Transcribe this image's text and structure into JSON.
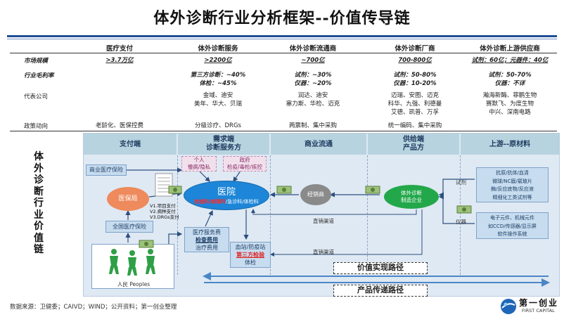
{
  "title": "体外诊断行业分析框架--价值传导链",
  "table": {
    "headers": [
      "医疗支付",
      "体外诊断服务",
      "体外诊断流通商",
      "体外诊断厂商",
      "体外诊断上游供应商"
    ],
    "row_labels": [
      "市场规模",
      "行业毛利率",
      "代表公司",
      "政策动向"
    ],
    "market_size": [
      ">3.7万亿",
      ">2200亿",
      "~700亿",
      "700-800亿",
      "试剂：60亿；元器件：40亿"
    ],
    "margin": {
      "service": [
        "第三方诊断：~40%",
        "体检：~45%"
      ],
      "distribution": [
        "试剂：~30%",
        "仪器：~20%"
      ],
      "manufacturer": [
        "试剂：50-80%",
        "仪器：10-20%"
      ],
      "upstream": [
        "试剂：50-70%",
        "仪器：不详"
      ]
    },
    "companies": {
      "service": [
        "金域、迪安",
        "美年、华大、贝瑞"
      ],
      "distribution": [
        "润达、迪安",
        "塞力斯、华检、迈克"
      ],
      "manufacturer": [
        "迈瑞、安图、迈克",
        "科华、九强、利德曼",
        "艾德、凯普、万孚"
      ],
      "upstream": [
        "瀚海新酶、菲鹏生物",
        "赛默飞、为度生物",
        "中兴、深南电路"
      ]
    },
    "policy": [
      "老龄化、医保控费",
      "分级诊疗、DRGs",
      "两票制、集中采购",
      "统一编码、集中采购"
    ]
  },
  "side_title": "体外诊断行业价值链",
  "columns": [
    "支付端",
    "需求端\n诊断服务方",
    "商业流通",
    "供给端\n产品方",
    "上游--原材料"
  ],
  "nodes": {
    "commercial_insurance": "商业医疗保险",
    "medical_insurance_bureau": "医保局",
    "national_insurance": "全国医疗保险",
    "people": "人民 Peoples",
    "personal": "个人\n慢病/隐私",
    "government": "政府\n检疫/毒检/疾控",
    "hospital": "医院",
    "hospital_dept_red": "检验科/病理科",
    "hospital_dept_rest": "/急诊科/体检科",
    "payment_methods": "V1.项目支付\nV2.病种支付\nV3.DRGs支付",
    "fee_box_top": "医疗服务费",
    "fee_box_mid": "检查费用",
    "fee_box_bot": "治疗费用",
    "blood_top": "血站/防疫站",
    "blood_mid": "第三方检验",
    "blood_bot": "体检",
    "distributor": "经销商",
    "manufacturer": "体外诊断\n制造企业",
    "reagent_label": "试剂",
    "instrument_label": "仪器",
    "reagent_materials": "抗原/抗体/血清\n微球/NC膜/载玻片\n酶/反应底物/反应液\n精细化工类试剂等",
    "instrument_materials": "电子元件、机械元件\n如CCD/传感器/显示屏\n软件操作系统",
    "direct_channel_1": "直销渠道",
    "direct_channel_2": "直销渠道"
  },
  "paths": {
    "value": "价值实现路径",
    "product": "产品传递路径"
  },
  "source": "数据来源：卫健委；CAIVD；WIND；公开资料；第一创业整理",
  "logo": {
    "cn": "第一创业",
    "en": "FIRST CAPITAL"
  }
}
